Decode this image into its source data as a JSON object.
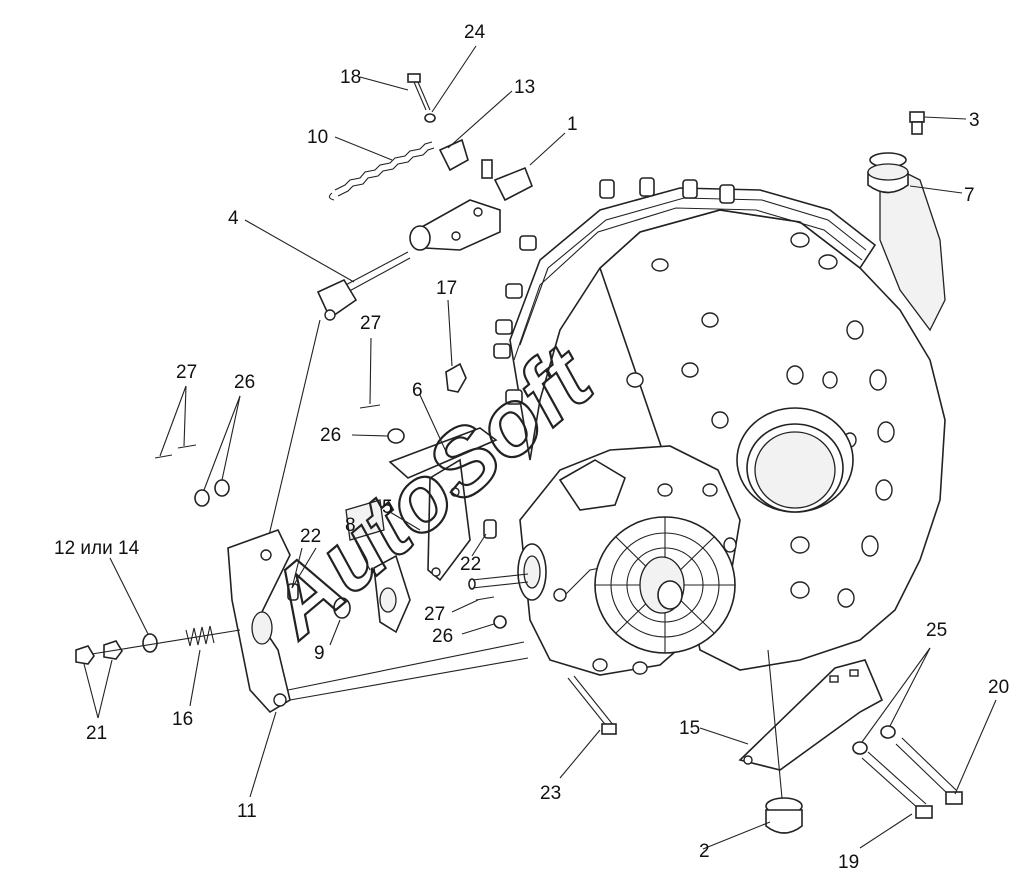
{
  "watermark": "AutoSoft",
  "colors": {
    "line": "#222222",
    "background": "#ffffff"
  },
  "callouts": [
    {
      "id": "c1",
      "text": "1"
    },
    {
      "id": "c2",
      "text": "2"
    },
    {
      "id": "c3",
      "text": "3"
    },
    {
      "id": "c4",
      "text": "4"
    },
    {
      "id": "c5",
      "text": "5"
    },
    {
      "id": "c6",
      "text": "6"
    },
    {
      "id": "c7",
      "text": "7"
    },
    {
      "id": "c8",
      "text": "8"
    },
    {
      "id": "c9",
      "text": "9"
    },
    {
      "id": "c10",
      "text": "10"
    },
    {
      "id": "c11",
      "text": "11"
    },
    {
      "id": "c12",
      "text": "12 или 14"
    },
    {
      "id": "c13",
      "text": "13"
    },
    {
      "id": "c15",
      "text": "15"
    },
    {
      "id": "c16",
      "text": "16"
    },
    {
      "id": "c17",
      "text": "17"
    },
    {
      "id": "c18",
      "text": "18"
    },
    {
      "id": "c19",
      "text": "19"
    },
    {
      "id": "c20",
      "text": "20"
    },
    {
      "id": "c21",
      "text": "21"
    },
    {
      "id": "c22a",
      "text": "22"
    },
    {
      "id": "c22b",
      "text": "22"
    },
    {
      "id": "c23",
      "text": "23"
    },
    {
      "id": "c24",
      "text": "24"
    },
    {
      "id": "c25",
      "text": "25"
    },
    {
      "id": "c26a",
      "text": "26"
    },
    {
      "id": "c26b",
      "text": "26"
    },
    {
      "id": "c26c",
      "text": "26"
    },
    {
      "id": "c27a",
      "text": "27"
    },
    {
      "id": "c27b",
      "text": "27"
    },
    {
      "id": "c27c",
      "text": "27"
    }
  ]
}
